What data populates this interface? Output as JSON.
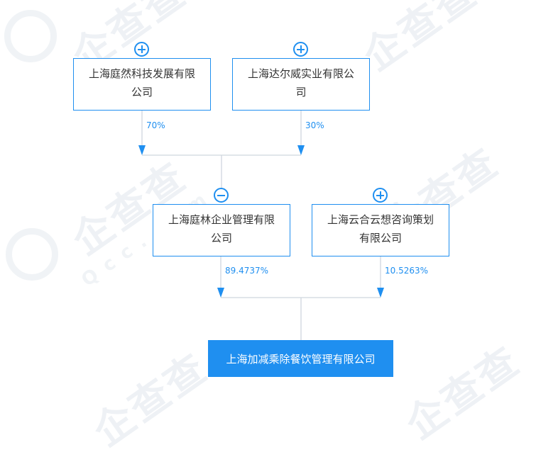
{
  "colors": {
    "accent": "#1f8ff0",
    "edge": "#cfd6de",
    "text": "#333333"
  },
  "watermark": {
    "text": "企查查",
    "sub": "Qcc.com"
  },
  "shareholders_top": [
    {
      "name_line1": "上海庭然科技发展有限",
      "name_line2": "公司",
      "share": "70%",
      "toggle": "expand"
    },
    {
      "name_line1": "上海达尔威实业有限公",
      "name_line2": "司",
      "share": "30%",
      "toggle": "expand"
    }
  ],
  "shareholders_mid": [
    {
      "name_line1": "上海庭林企业管理有限",
      "name_line2": "公司",
      "share": "89.4737%",
      "toggle": "collapse"
    },
    {
      "name_line1": "上海云合云想咨询策划",
      "name_line2": "有限公司",
      "share": "10.5263%",
      "toggle": "expand"
    }
  ],
  "target": {
    "name": "上海加减乘除餐饮管理有限公司"
  }
}
